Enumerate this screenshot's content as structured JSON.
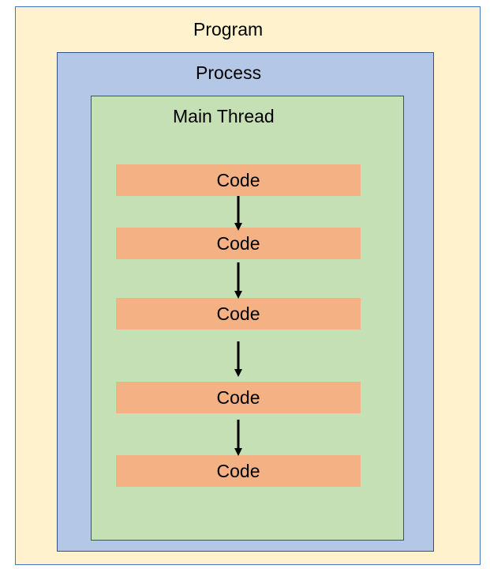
{
  "program": {
    "label": "Program"
  },
  "process": {
    "label": "Process"
  },
  "main_thread": {
    "label": "Main Thread"
  },
  "code_blocks": [
    {
      "label": "Code"
    },
    {
      "label": "Code"
    },
    {
      "label": "Code"
    },
    {
      "label": "Code"
    },
    {
      "label": "Code"
    }
  ],
  "colors": {
    "program_fill": "#fff2cc",
    "process_fill": "#b4c7e7",
    "thread_fill": "#c5e0b4",
    "code_fill": "#f4b183",
    "arrow": "#000000"
  }
}
